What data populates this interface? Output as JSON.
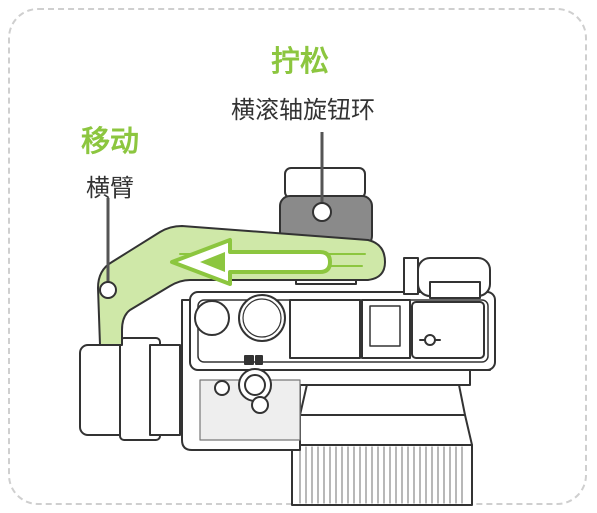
{
  "colors": {
    "accent_green": "#8cc63f",
    "arm_fill": "#cfe8a8",
    "outline": "#333333",
    "dark_gray": "#555555",
    "frame_dash": "#cfcfcf"
  },
  "labels": {
    "knob": {
      "action": "拧松",
      "description": "横滚轴旋钮环"
    },
    "arm": {
      "action": "移动",
      "description": "横臂"
    }
  },
  "icons": {
    "arrow": "left-arrow-icon",
    "pointer_knob": "pointer-line",
    "pointer_arm": "pointer-line"
  }
}
